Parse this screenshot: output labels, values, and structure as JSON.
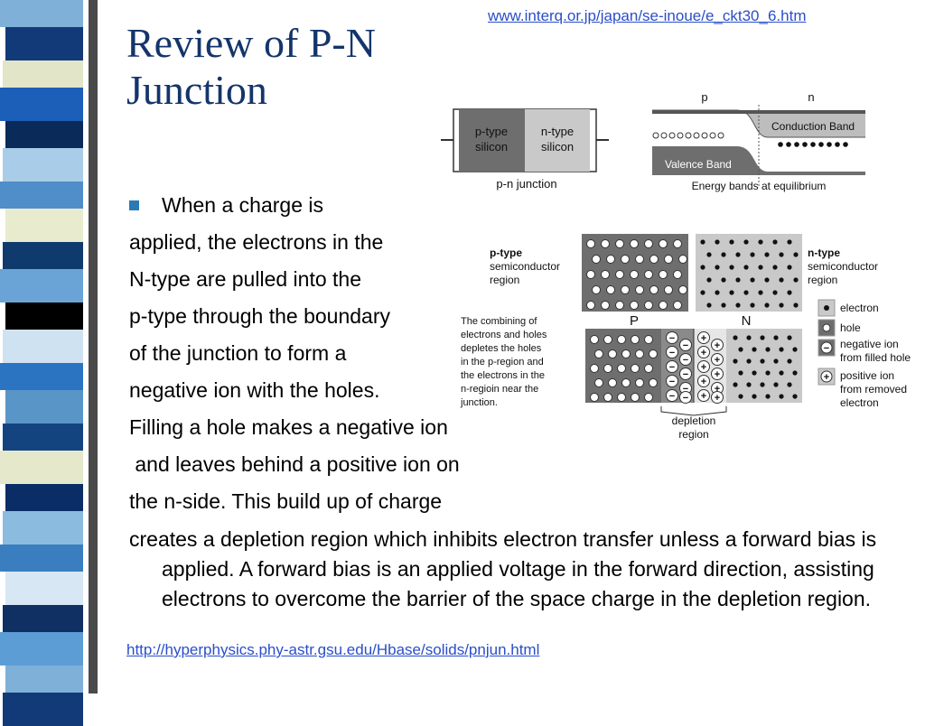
{
  "slide": {
    "title_line1": "Review of P-N",
    "title_line2": "Junction",
    "source_top": "www.interq.or.jp/japan/se-inoue/e_ckt30_6.htm",
    "source_bottom": "http://hyperphysics.phy-astr.gsu.edu/Hbase/solids/pnjun.html",
    "body_lines": [
      "When a charge is",
      "applied, the electrons in the",
      "N-type are pulled into the",
      "p-type through the boundary",
      "of the junction to form a",
      "negative ion with the holes.",
      "Filling a hole makes a negative ion",
      " and leaves behind a positive ion on",
      "the n-side. This build up of charge"
    ],
    "body_last": "creates a depletion region which inhibits electron transfer unless a forward bias is applied. A forward bias is an applied voltage in the forward direction, assisting electrons to overcome the barrier of the space charge in the depletion region.",
    "accent_color": "#14356b",
    "bullet_color": "#2a7ab5"
  },
  "diagram_junction": {
    "left_label_1": "p-type",
    "left_label_2": "silicon",
    "right_label_1": "n-type",
    "right_label_2": "silicon",
    "caption": "p-n junction"
  },
  "diagram_bands": {
    "p_label": "p",
    "n_label": "n",
    "conduction": "Conduction Band",
    "valence": "Valence Band",
    "caption": "Energy bands at equilibrium"
  },
  "diagram_depletion": {
    "ptype_title": "p-type",
    "ptype_sub1": "semiconductor",
    "ptype_sub2": "region",
    "ntype_title": "n-type",
    "ntype_sub1": "semiconductor",
    "ntype_sub2": "region",
    "P": "P",
    "N": "N",
    "combining": [
      "The combining of",
      "electrons and  holes",
      "depletes the holes",
      "in the p-region and",
      "the electrons in the",
      "n-regioin near the",
      "junction."
    ],
    "legend_electron": "electron",
    "legend_hole": "hole",
    "legend_neg1": "negative ion",
    "legend_neg2": "from filled hole",
    "legend_pos1": "positive ion",
    "legend_pos2": "from removed",
    "legend_pos3": "electron",
    "depletion1": "depletion",
    "depletion2": "region",
    "neg_sign": "−",
    "pos_sign": "+"
  }
}
